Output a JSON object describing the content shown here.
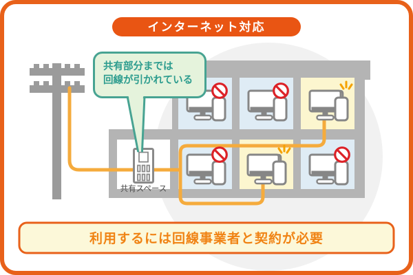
{
  "frame": {
    "border_color": "#e8611a",
    "background": "#ffffff",
    "watermark_circle_color": "#f1f1f1"
  },
  "badge": {
    "label": "インターネット対応",
    "bg_color": "#e95513",
    "text_color": "#ffffff"
  },
  "speech_bubble": {
    "line1": "共有部分までは",
    "line2": "回線が引かれている",
    "fill": "#e5f3dc",
    "border_color": "#47a392",
    "text_color": "#2c9c8e",
    "points_to": "共有スペース"
  },
  "building": {
    "wall_color": "#b4b4b4",
    "unit_fill_no_connection": "#dfecf5",
    "unit_fill_connected": "#fcf6cf",
    "shared_space": {
      "label": "共有スペース",
      "fill": "#ffffff"
    },
    "units": [
      {
        "position": "top-left",
        "status": "no-connection",
        "icon": "monitor-phone-prohibition"
      },
      {
        "position": "top-middle",
        "status": "no-connection",
        "icon": "monitor-phone-prohibition"
      },
      {
        "position": "top-right",
        "status": "connected",
        "icon": "monitor-phone-sparkle"
      },
      {
        "position": "bottom-left",
        "status": "no-connection",
        "icon": "monitor-phone-prohibition"
      },
      {
        "position": "bottom-middle",
        "status": "connected",
        "icon": "monitor-phone-sparkle"
      },
      {
        "position": "bottom-right",
        "status": "no-connection",
        "icon": "monitor-phone-prohibition"
      }
    ]
  },
  "icons": {
    "utility_pole_color": "#9b9b9b",
    "cable_color": "#f5ab3d",
    "prohibition_color": "#dc2127",
    "sparkle_color": "#f5a200",
    "device_outline_color": "#868686"
  },
  "banner": {
    "label": "利用するには回線事業者と契約が必要",
    "fill": "#fcf8d9",
    "border_color": "#e8611a",
    "text_color": "#f08314"
  }
}
